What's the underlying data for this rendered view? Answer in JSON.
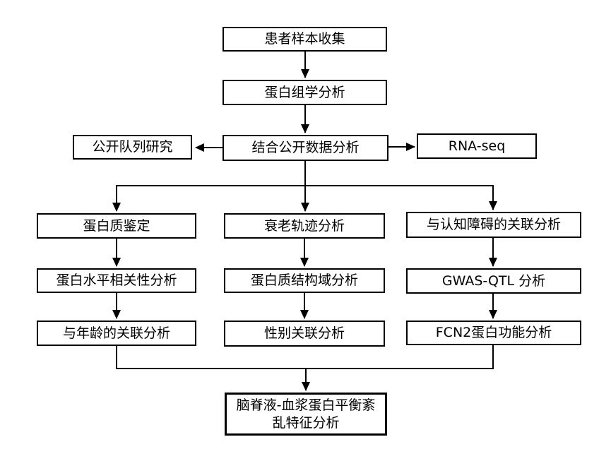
{
  "diagram": {
    "type": "flowchart",
    "background_color": "#ffffff",
    "line_color": "#000000",
    "box_fill": "#ffffff",
    "nodes": {
      "patient_sample": {
        "label": "患者样本收集"
      },
      "proteomics": {
        "label": "蛋白组学分析"
      },
      "public_data": {
        "label": "结合公开数据分析"
      },
      "cohort_study": {
        "label": "公开队列研究"
      },
      "rna_seq": {
        "label": "RNA-seq"
      },
      "protein_identification": {
        "label": "蛋白质鉴定"
      },
      "aging_trajectory": {
        "label": "衰老轨迹分析"
      },
      "cognitive_association": {
        "label": "与认知障碍的关联分析"
      },
      "protein_level_correlation": {
        "label": "蛋白水平相关性分析"
      },
      "protein_domain": {
        "label": "蛋白质结构域分析"
      },
      "gwas_qtl": {
        "label": "GWAS-QTL 分析"
      },
      "age_association": {
        "label": "与年龄的关联分析"
      },
      "sex_association": {
        "label": "性别关联分析"
      },
      "fcn2_function": {
        "label": "FCN2蛋白功能分析"
      },
      "csf_plasma_imbalance": {
        "label": "脑脊液-血浆蛋白平衡紊乱特征分析"
      }
    },
    "edges": [
      {
        "from": "患者样本收集",
        "to": "蛋白组学分析"
      },
      {
        "from": "蛋白组学分析",
        "to": "结合公开数据分析"
      },
      {
        "from": "结合公开数据分析",
        "to": "公开队列研究"
      },
      {
        "from": "结合公开数据分析",
        "to": "RNA-seq"
      },
      {
        "from": "结合公开数据分析",
        "to": "蛋白质鉴定"
      },
      {
        "from": "结合公开数据分析",
        "to": "衰老轨迹分析"
      },
      {
        "from": "结合公开数据分析",
        "to": "与认知障碍的关联分析"
      },
      {
        "from": "蛋白质鉴定",
        "to": "蛋白水平相关性分析"
      },
      {
        "from": "蛋白水平相关性分析",
        "to": "与年龄的关联分析"
      },
      {
        "from": "衰老轨迹分析",
        "to": "蛋白质结构域分析"
      },
      {
        "from": "蛋白质结构域分析",
        "to": "性别关联分析"
      },
      {
        "from": "与认知障碍的关联分析",
        "to": "GWAS-QTL 分析"
      },
      {
        "from": "GWAS-QTL 分析",
        "to": "FCN2蛋白功能分析"
      },
      {
        "from": "与年龄的关联分析",
        "to": "脑脊液-血浆蛋白平衡紊乱特征分析"
      },
      {
        "from": "性别关联分析",
        "to": "脑脊液-血浆蛋白平衡紊乱特征分析"
      },
      {
        "from": "FCN2蛋白功能分析",
        "to": "脑脊液-血浆蛋白平衡紊乱特征分析"
      }
    ]
  }
}
